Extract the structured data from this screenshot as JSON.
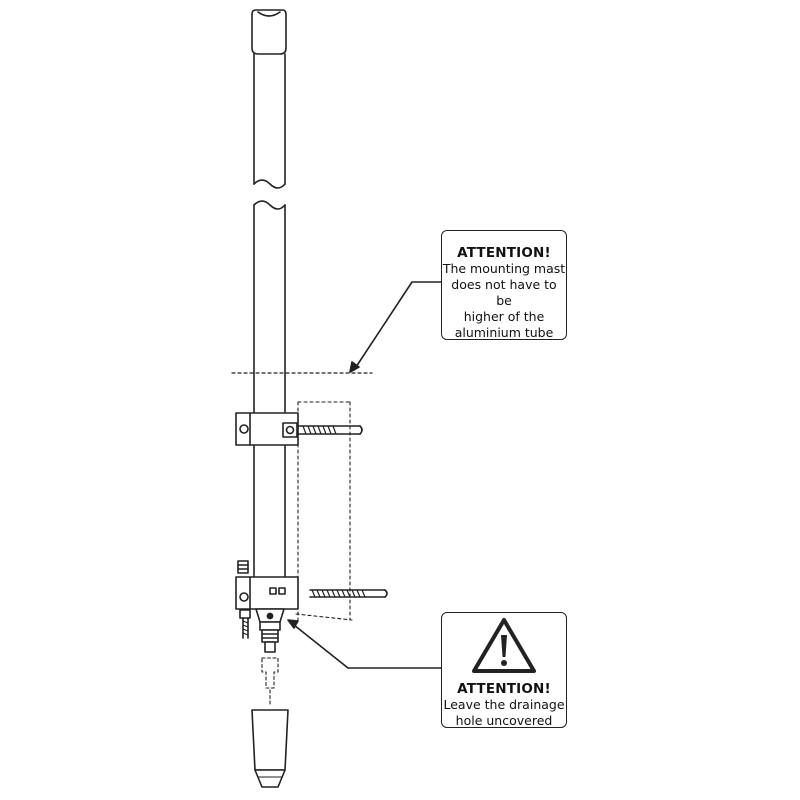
{
  "callouts": {
    "mast": {
      "heading": "ATTENTION!",
      "lines": [
        "The mounting mast",
        "does not have to be",
        "higher of the",
        "aluminium tube"
      ]
    },
    "drainage": {
      "heading": "ATTENTION!",
      "lines": [
        "Leave the drainage",
        "hole uncovered"
      ]
    }
  },
  "colors": {
    "line": "#222222",
    "background": "#ffffff"
  },
  "icons": [
    "warning-triangle-icon"
  ]
}
